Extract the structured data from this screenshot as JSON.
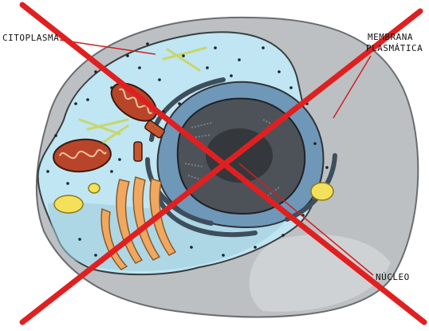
{
  "labels": {
    "citoplasma": "CITOPLASMA",
    "membrana_line1": "MEMBRANA",
    "membrana_line2": "PLASMÁTICA",
    "nucleo": "NÚCLEO"
  },
  "colors": {
    "cell_outer": "#b9bdc0",
    "cytoplasm": "#bfe4ef",
    "nucleus_dark": "#4a4f55",
    "envelope_blue": "#6f97b8",
    "mitochondria": "#b8452a",
    "golgi": "#f0a860",
    "vesicle": "#f5e05a",
    "cross_red": "#e02020",
    "pointer_red": "#d02020"
  }
}
